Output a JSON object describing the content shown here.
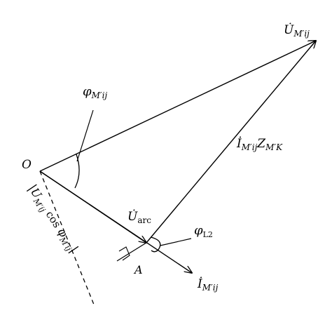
{
  "labels": {
    "origin": "O",
    "point_a": "A",
    "u_main": {
      "main": "U̇",
      "sub": "M′ij"
    },
    "u_arc": {
      "main": "U̇",
      "sub": "arc"
    },
    "i_vec": {
      "main": "İ",
      "sub": "M′ij"
    },
    "iz_drop": {
      "i_main": "İ",
      "i_sub": "M′ij",
      "z_main": "Z",
      "z_sub": "M′K"
    },
    "phi_main": {
      "main": "φ",
      "sub": "M′ij"
    },
    "phi_l2": {
      "main": "φ",
      "sub": "L2"
    },
    "projection": {
      "bar": "|",
      "u_main": "U",
      "u_sub": "M′ij",
      "cos": " cos ",
      "phi_main": "φ",
      "phi_sub": "M′ij",
      "bar_end": "|"
    }
  },
  "colors": {
    "ink": "#000000",
    "background": "#ffffff"
  }
}
